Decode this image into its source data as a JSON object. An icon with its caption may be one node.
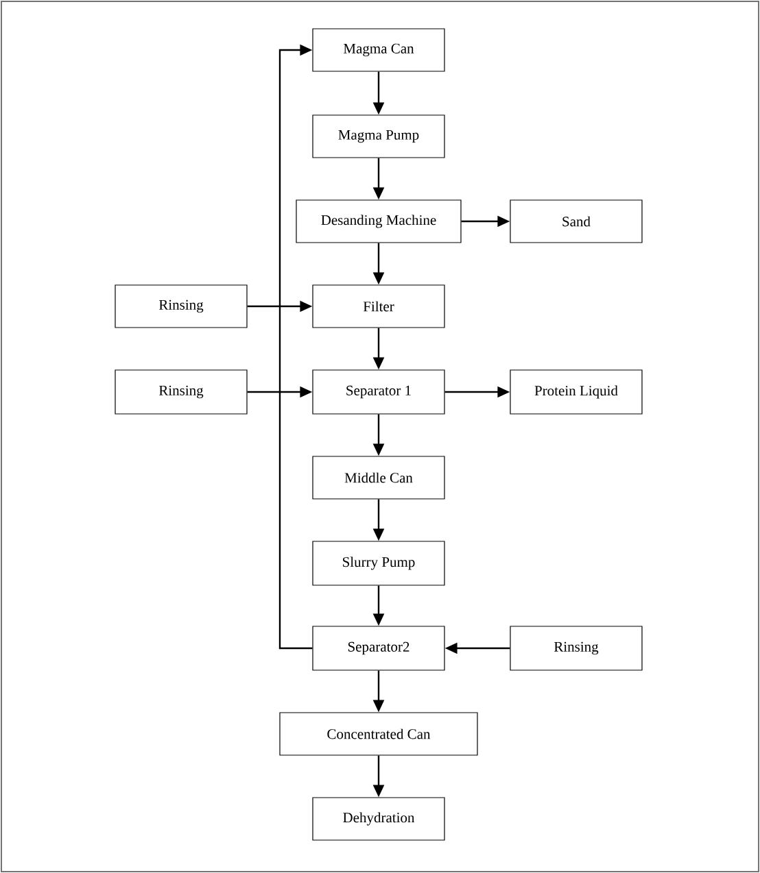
{
  "diagram": {
    "nodes": [
      {
        "text": [
          "Magma Can"
        ]
      },
      {
        "text": [
          "Magma Pump"
        ]
      },
      {
        "text": [
          "Desanding Machine"
        ]
      },
      {
        "text": [
          "Sand"
        ]
      },
      {
        "text": [
          "Rinsing"
        ]
      },
      {
        "text": [
          "Filter"
        ]
      },
      {
        "text": [
          "Rinsing"
        ]
      },
      {
        "text": [
          "Separator 1"
        ]
      },
      {
        "text": [
          "Protein Liquid"
        ]
      },
      {
        "text": [
          "Middle Can"
        ]
      },
      {
        "text": [
          "Slurry Pump"
        ]
      },
      {
        "text": [
          "Rinsing"
        ]
      },
      {
        "text": [
          "Separator2"
        ]
      },
      {
        "text": [
          "Concentrated Can"
        ]
      },
      {
        "text": [
          "Dehydration"
        ]
      }
    ],
    "edges": [
      {
        "from": 0,
        "to": 1,
        "arrow": "to"
      },
      {
        "from": 1,
        "to": 2,
        "arrow": "to"
      },
      {
        "from": 2,
        "to": 3,
        "arrow": "to"
      },
      {
        "from": 2,
        "to": 5,
        "arrow": "to"
      },
      {
        "from": 4,
        "to": 5,
        "arrow": "to"
      },
      {
        "from": 5,
        "to": 7,
        "arrow": "to"
      },
      {
        "from": 6,
        "to": 7,
        "arrow": "to"
      },
      {
        "from": 7,
        "to": 8,
        "arrow": "to"
      },
      {
        "from": 7,
        "to": 9,
        "arrow": "to"
      },
      {
        "from": 9,
        "to": 10,
        "arrow": "to"
      },
      {
        "from": 10,
        "to": 12,
        "arrow": "to"
      },
      {
        "from": 11,
        "to": 12,
        "arrow": "to"
      },
      {
        "from": 12,
        "to": 13,
        "arrow": "to"
      },
      {
        "from": 13,
        "to": 14,
        "arrow": "to"
      },
      {
        "from": 12,
        "to": 0,
        "arrow": "to"
      }
    ]
  }
}
